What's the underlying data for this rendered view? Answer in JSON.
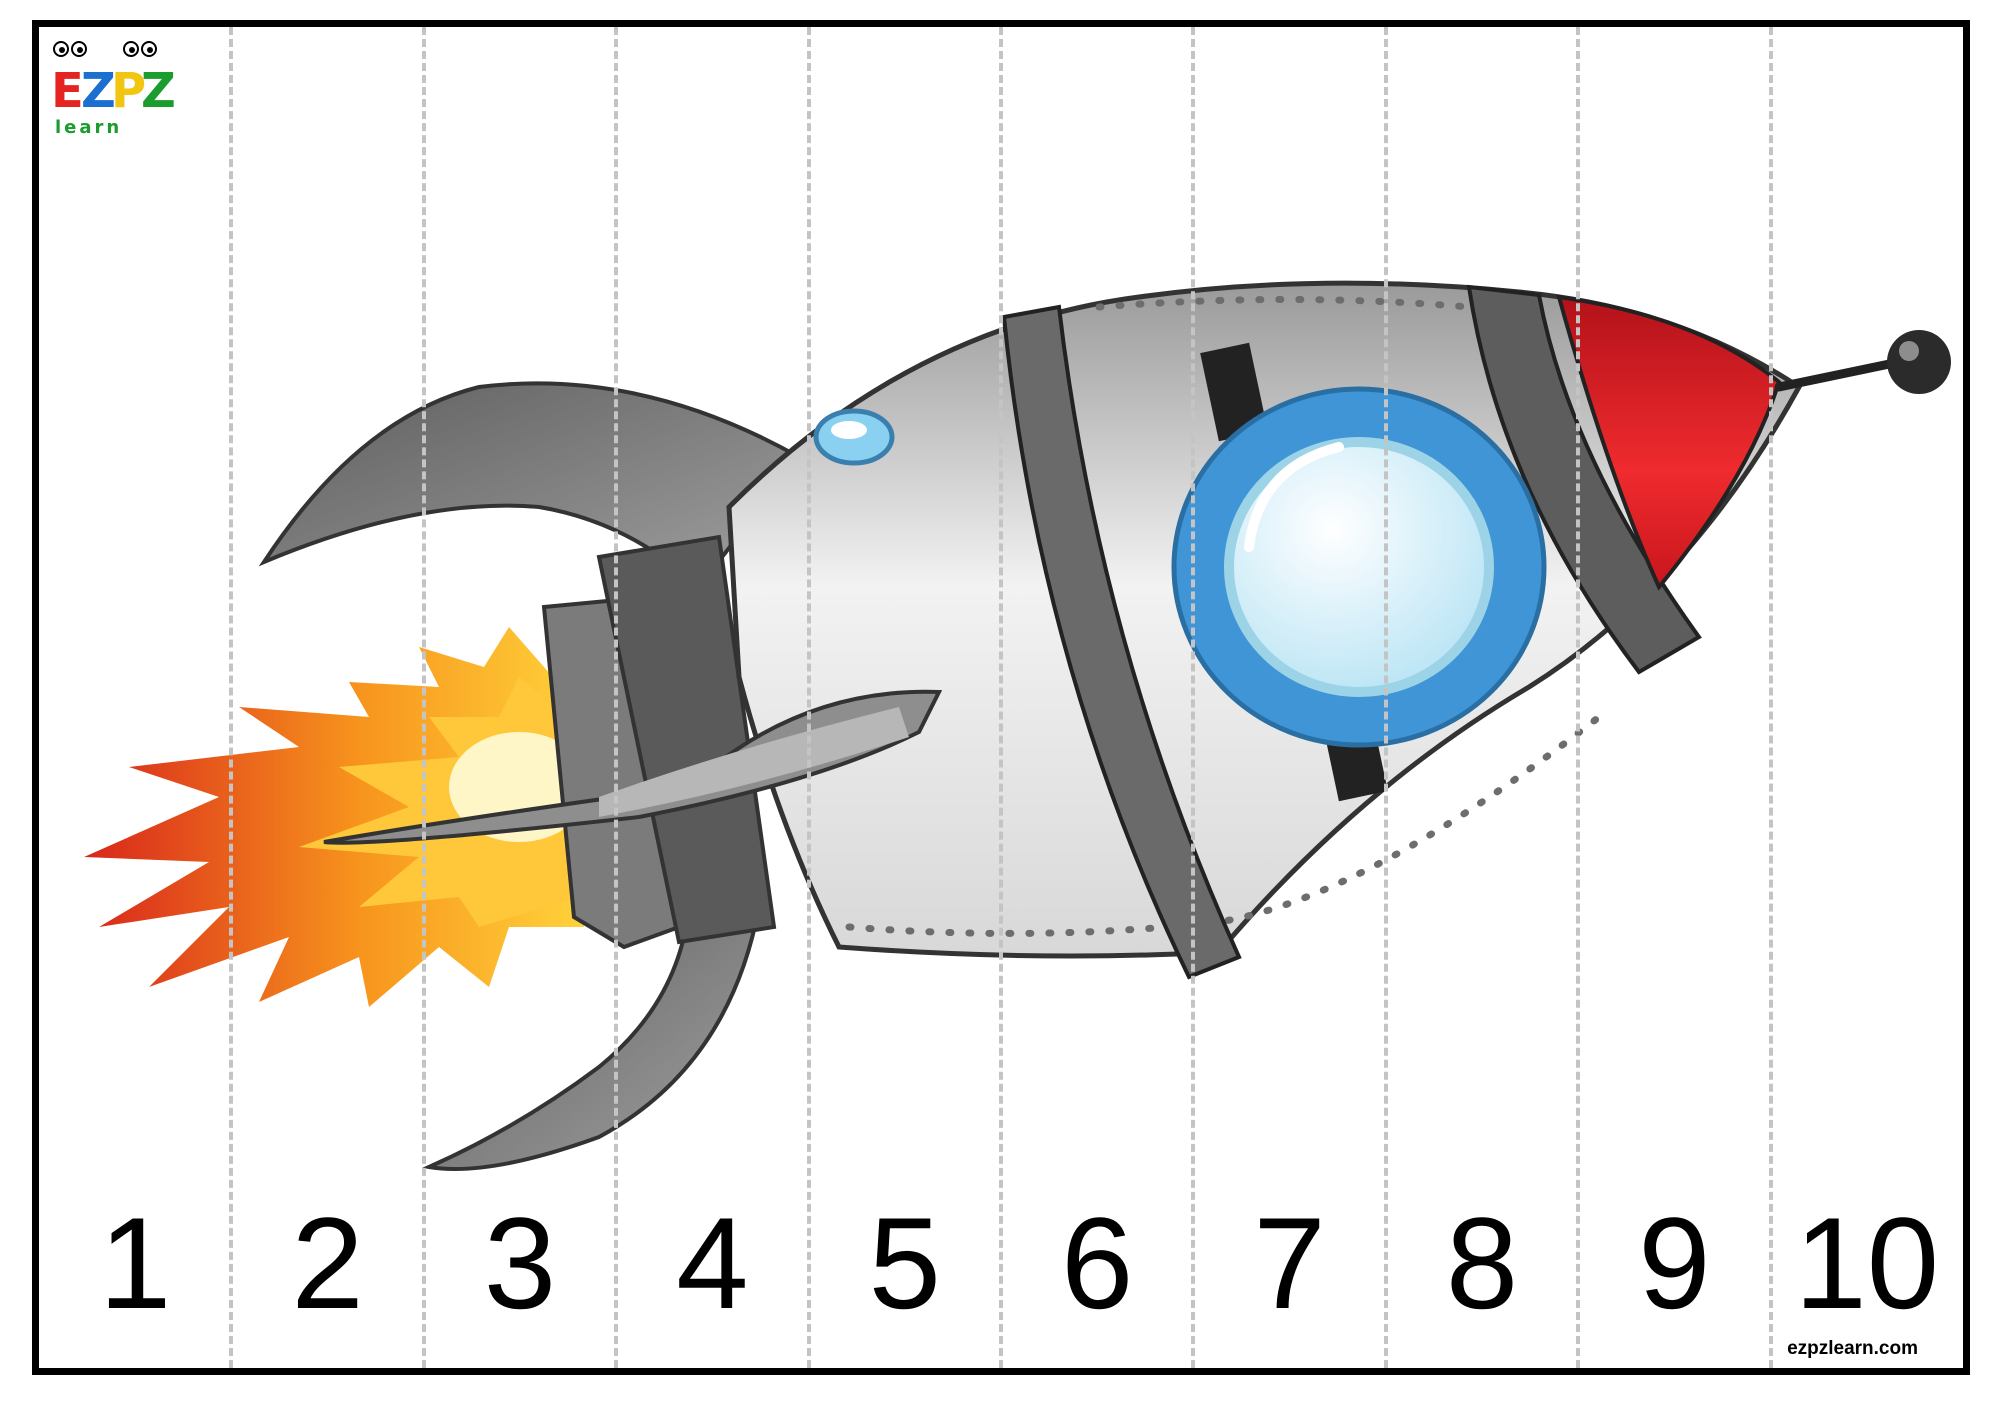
{
  "logo": {
    "letters": [
      "E",
      "Z",
      "P",
      "Z"
    ],
    "letter_colors": [
      "#e52421",
      "#1b6fd1",
      "#f2c511",
      "#1a9c2e"
    ],
    "subtitle": "learn"
  },
  "pieces": [
    "1",
    "2",
    "3",
    "4",
    "5",
    "6",
    "7",
    "8",
    "9",
    "10"
  ],
  "website": "ezpzlearn.com",
  "colors": {
    "rocket_body": "#e6e6e6",
    "rocket_metal": "#8a8a8a",
    "nose_cone": "#e32228",
    "window_ring": "#3f95d6",
    "window_glass": "#d9f1fb",
    "flame_outer": "#e7341c",
    "flame_mid": "#f7941d",
    "flame_inner": "#ffe36b",
    "cut_line": "#c4c4c4"
  },
  "icons": [
    "rocket-illustration",
    "flame-icon",
    "ezpz-logo"
  ]
}
